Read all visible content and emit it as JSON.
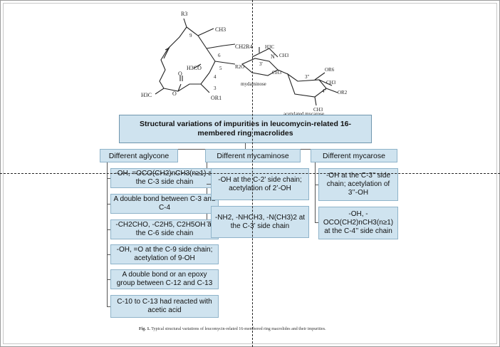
{
  "structure": {
    "labels": {
      "r3": "R3",
      "c9": "9",
      "ch3_top": "CH3",
      "ch2r4": "CH2R4",
      "h3c_n": "H3C",
      "n": "N",
      "ch3_n": "CH3",
      "c6": "6",
      "c5": "5",
      "c4": "4",
      "c3": "3",
      "c3p": "3'",
      "h3co": "H3CO",
      "r2o": "R2O",
      "ch3_ring": "CH3",
      "mydaminose": "mydaminose",
      "h3c_left": "H3C",
      "o_lactone": "O",
      "o_carbonyl": "O",
      "or1": "OR1",
      "or6": "OR6",
      "c3pp": "3''",
      "ch3_myc": "CH3",
      "or2": "OR2",
      "c4pp": "4''",
      "ch3_bottom": "CH3",
      "acetylated_mycarose": "acetylated mycarose"
    }
  },
  "diagram": {
    "title": "Structural variations of impurities in leucomycin-related 16-membered ring macrolides",
    "categories": [
      {
        "label": "Different aglycone",
        "items": [
          "-OH, =OCO(CH2)nCH3(n≥1) at the C-3 side chain",
          "A double bond between C-3 and C-4",
          "-CH2CHO, -C2H5, C2H5OH at the C-6 side chain",
          "-OH, =O at the C-9 side chain; acetylation of 9-OH",
          "A double bond or an epoxy group between C-12 and C-13",
          "C-10 to C-13 had reacted with acetic acid"
        ]
      },
      {
        "label": "Different mycaminose",
        "items": [
          "-OH at the C-2’ side chain; acetylation of 2’-OH",
          "-NH2, -NHCH3, -N(CH3)2 at the C-3’ side chain"
        ]
      },
      {
        "label": "Different mycarose",
        "items": [
          "-OH at the C-3’’ side chain; acetylation of 3’’-OH",
          "-OH, -OCO(CH2)nCH3(n≥1) at the C-4’’ side chain"
        ]
      }
    ]
  },
  "caption": {
    "fig_label": "Fig. 1.",
    "text": "Typical structural variations of leucomycin-related 16-membered ring macrolides and their impurities."
  }
}
